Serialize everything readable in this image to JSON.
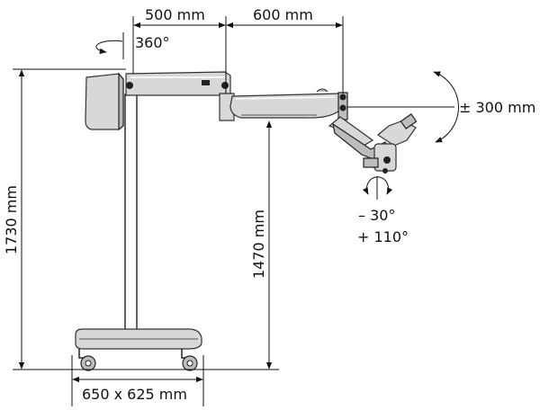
{
  "dimensions": {
    "arm_inner": "500 mm",
    "arm_outer": "600 mm",
    "rotation": "360°",
    "total_height": "1730 mm",
    "arm_height": "1470 mm",
    "tilt": "± 300 mm",
    "tilt_down": "– 30°",
    "tilt_up": "+ 110°",
    "base": "650 x 625 mm"
  },
  "colors": {
    "line": "#111111",
    "shade": "#d8d8d8",
    "dark": "#bdbdbd"
  }
}
